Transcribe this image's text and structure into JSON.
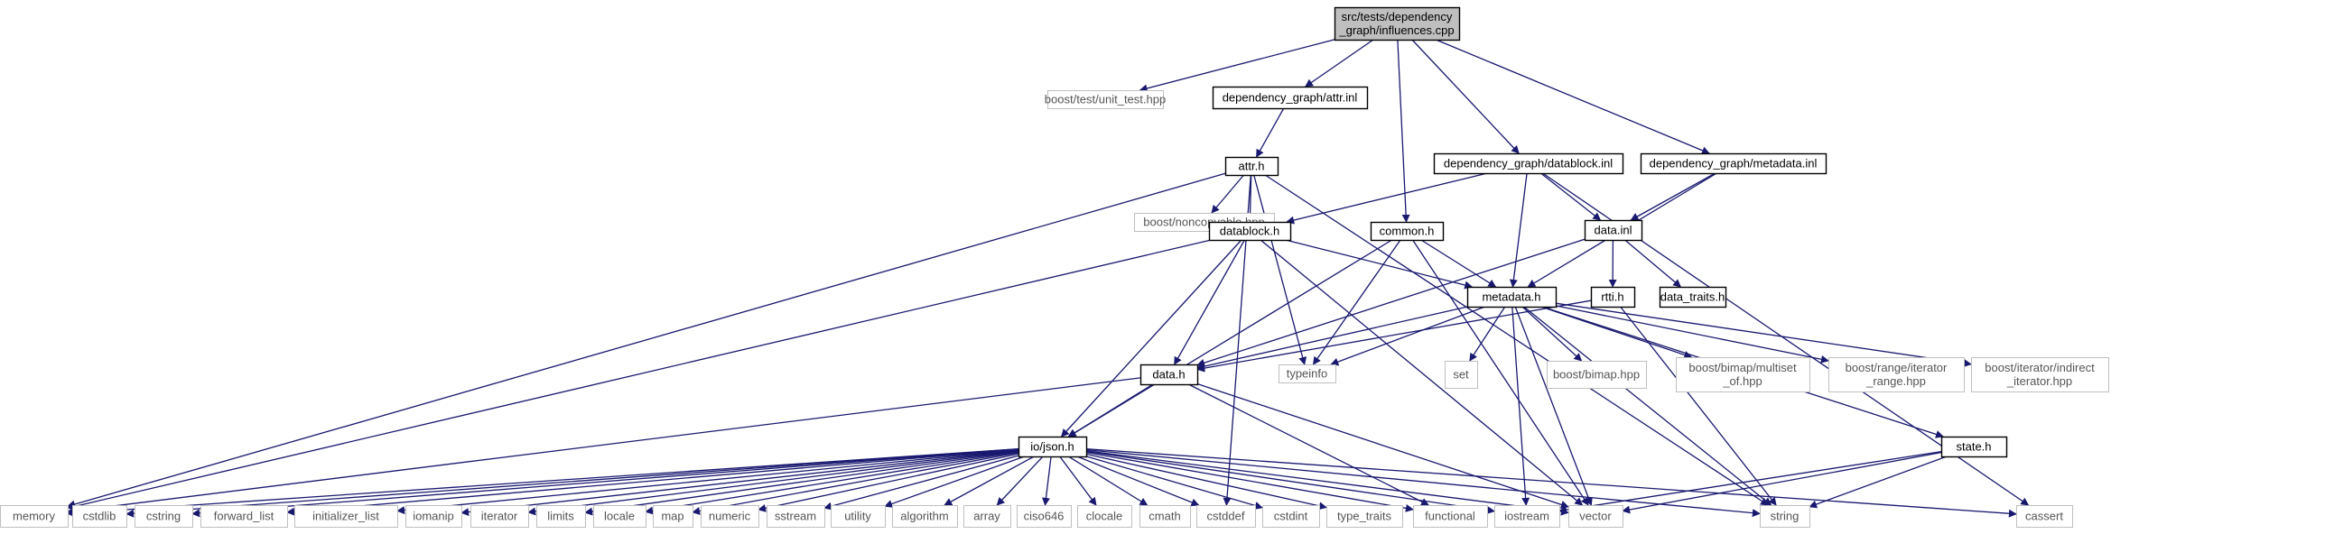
{
  "nodes": {
    "root": {
      "lines": [
        "src/tests/dependency",
        "_graph/influences.cpp"
      ],
      "style": "root"
    },
    "unit_test": {
      "lines": [
        "boost/test/unit_test.hpp"
      ],
      "style": "external"
    },
    "attr_inl": {
      "lines": [
        "dependency_graph/attr.inl"
      ],
      "style": "local"
    },
    "datablock_inl": {
      "lines": [
        "dependency_graph/datablock.inl"
      ],
      "style": "local"
    },
    "metadata_inl": {
      "lines": [
        "dependency_graph/metadata.inl"
      ],
      "style": "local"
    },
    "attr_h": {
      "lines": [
        "attr.h"
      ],
      "style": "local"
    },
    "noncopyable": {
      "lines": [
        "boost/noncopyable.hpp"
      ],
      "style": "external"
    },
    "datablock_h": {
      "lines": [
        "datablock.h"
      ],
      "style": "local"
    },
    "common_h": {
      "lines": [
        "common.h"
      ],
      "style": "local"
    },
    "data_inl": {
      "lines": [
        "data.inl"
      ],
      "style": "local"
    },
    "metadata_h": {
      "lines": [
        "metadata.h"
      ],
      "style": "local"
    },
    "rtti_h": {
      "lines": [
        "rtti.h"
      ],
      "style": "local"
    },
    "data_traits": {
      "lines": [
        "data_traits.h"
      ],
      "style": "local"
    },
    "data_h": {
      "lines": [
        "data.h"
      ],
      "style": "local"
    },
    "typeinfo": {
      "lines": [
        "typeinfo"
      ],
      "style": "external"
    },
    "set": {
      "lines": [
        "set"
      ],
      "style": "external"
    },
    "bimap": {
      "lines": [
        "boost/bimap.hpp"
      ],
      "style": "external"
    },
    "multiset": {
      "lines": [
        "boost/bimap/multiset",
        "_of.hpp"
      ],
      "style": "external"
    },
    "range": {
      "lines": [
        "boost/range/iterator",
        "_range.hpp"
      ],
      "style": "external"
    },
    "indirect": {
      "lines": [
        "boost/iterator/indirect",
        "_iterator.hpp"
      ],
      "style": "external"
    },
    "json_h": {
      "lines": [
        "io/json.h"
      ],
      "style": "local"
    },
    "state_h": {
      "lines": [
        "state.h"
      ],
      "style": "local"
    },
    "memory": {
      "lines": [
        "memory"
      ],
      "style": "external"
    },
    "cstdlib": {
      "lines": [
        "cstdlib"
      ],
      "style": "external"
    },
    "cstring": {
      "lines": [
        "cstring"
      ],
      "style": "external"
    },
    "forward_list": {
      "lines": [
        "forward_list"
      ],
      "style": "external"
    },
    "initializer_list": {
      "lines": [
        "initializer_list"
      ],
      "style": "external"
    },
    "iomanip": {
      "lines": [
        "iomanip"
      ],
      "style": "external"
    },
    "iterator": {
      "lines": [
        "iterator"
      ],
      "style": "external"
    },
    "limits": {
      "lines": [
        "limits"
      ],
      "style": "external"
    },
    "locale": {
      "lines": [
        "locale"
      ],
      "style": "external"
    },
    "map": {
      "lines": [
        "map"
      ],
      "style": "external"
    },
    "numeric": {
      "lines": [
        "numeric"
      ],
      "style": "external"
    },
    "sstream": {
      "lines": [
        "sstream"
      ],
      "style": "external"
    },
    "utility": {
      "lines": [
        "utility"
      ],
      "style": "external"
    },
    "algorithm": {
      "lines": [
        "algorithm"
      ],
      "style": "external"
    },
    "array": {
      "lines": [
        "array"
      ],
      "style": "external"
    },
    "ciso646": {
      "lines": [
        "ciso646"
      ],
      "style": "external"
    },
    "clocale": {
      "lines": [
        "clocale"
      ],
      "style": "external"
    },
    "cmath": {
      "lines": [
        "cmath"
      ],
      "style": "external"
    },
    "cstddef": {
      "lines": [
        "cstddef"
      ],
      "style": "external"
    },
    "cstdint": {
      "lines": [
        "cstdint"
      ],
      "style": "external"
    },
    "type_traits": {
      "lines": [
        "type_traits"
      ],
      "style": "external"
    },
    "functional": {
      "lines": [
        "functional"
      ],
      "style": "external"
    },
    "iostream": {
      "lines": [
        "iostream"
      ],
      "style": "external"
    },
    "vector": {
      "lines": [
        "vector"
      ],
      "style": "external"
    },
    "string": {
      "lines": [
        "string"
      ],
      "style": "external"
    },
    "cassert": {
      "lines": [
        "cassert"
      ],
      "style": "external"
    }
  },
  "edges": [
    [
      "root",
      "unit_test"
    ],
    [
      "root",
      "attr_inl"
    ],
    [
      "root",
      "common_h"
    ],
    [
      "root",
      "datablock_inl"
    ],
    [
      "root",
      "metadata_inl"
    ],
    [
      "attr_inl",
      "attr_h"
    ],
    [
      "datablock_inl",
      "datablock_h"
    ],
    [
      "datablock_inl",
      "data_inl"
    ],
    [
      "datablock_inl",
      "metadata_h"
    ],
    [
      "datablock_inl",
      "cassert"
    ],
    [
      "metadata_inl",
      "data_inl"
    ],
    [
      "metadata_inl",
      "metadata_h"
    ],
    [
      "attr_h",
      "memory"
    ],
    [
      "attr_h",
      "noncopyable"
    ],
    [
      "attr_h",
      "datablock_h"
    ],
    [
      "attr_h",
      "typeinfo"
    ],
    [
      "attr_h",
      "cstddef"
    ],
    [
      "attr_h",
      "string"
    ],
    [
      "datablock_h",
      "memory"
    ],
    [
      "datablock_h",
      "json_h"
    ],
    [
      "datablock_h",
      "data_h"
    ],
    [
      "datablock_h",
      "metadata_h"
    ],
    [
      "datablock_h",
      "vector"
    ],
    [
      "common_h",
      "json_h"
    ],
    [
      "common_h",
      "typeinfo"
    ],
    [
      "common_h",
      "metadata_h"
    ],
    [
      "common_h",
      "vector"
    ],
    [
      "data_inl",
      "data_h"
    ],
    [
      "data_inl",
      "rtti_h"
    ],
    [
      "data_inl",
      "data_traits"
    ],
    [
      "metadata_h",
      "data_h"
    ],
    [
      "metadata_h",
      "typeinfo"
    ],
    [
      "metadata_h",
      "set"
    ],
    [
      "metadata_h",
      "bimap"
    ],
    [
      "metadata_h",
      "multiset"
    ],
    [
      "metadata_h",
      "range"
    ],
    [
      "metadata_h",
      "indirect"
    ],
    [
      "metadata_h",
      "state_h"
    ],
    [
      "metadata_h",
      "string"
    ],
    [
      "metadata_h",
      "iostream"
    ],
    [
      "metadata_h",
      "vector"
    ],
    [
      "rtti_h",
      "data_h"
    ],
    [
      "rtti_h",
      "string"
    ],
    [
      "data_h",
      "memory"
    ],
    [
      "data_h",
      "json_h"
    ],
    [
      "data_h",
      "functional"
    ],
    [
      "data_h",
      "vector"
    ],
    [
      "state_h",
      "iostream"
    ],
    [
      "state_h",
      "vector"
    ],
    [
      "state_h",
      "string"
    ],
    [
      "json_h",
      "memory"
    ],
    [
      "json_h",
      "cstdlib"
    ],
    [
      "json_h",
      "cstring"
    ],
    [
      "json_h",
      "forward_list"
    ],
    [
      "json_h",
      "initializer_list"
    ],
    [
      "json_h",
      "iomanip"
    ],
    [
      "json_h",
      "iterator"
    ],
    [
      "json_h",
      "limits"
    ],
    [
      "json_h",
      "locale"
    ],
    [
      "json_h",
      "map"
    ],
    [
      "json_h",
      "numeric"
    ],
    [
      "json_h",
      "sstream"
    ],
    [
      "json_h",
      "utility"
    ],
    [
      "json_h",
      "algorithm"
    ],
    [
      "json_h",
      "array"
    ],
    [
      "json_h",
      "ciso646"
    ],
    [
      "json_h",
      "clocale"
    ],
    [
      "json_h",
      "cmath"
    ],
    [
      "json_h",
      "cstddef"
    ],
    [
      "json_h",
      "cstdint"
    ],
    [
      "json_h",
      "type_traits"
    ],
    [
      "json_h",
      "functional"
    ],
    [
      "json_h",
      "iostream"
    ],
    [
      "json_h",
      "vector"
    ],
    [
      "json_h",
      "string"
    ],
    [
      "json_h",
      "cassert"
    ]
  ],
  "colors": {
    "edge": "#191970",
    "local_border": "#000000",
    "external_border": "#bfbfbf",
    "root_fill": "#bfbfbf",
    "text": "#000000",
    "external_text": "#555555"
  }
}
